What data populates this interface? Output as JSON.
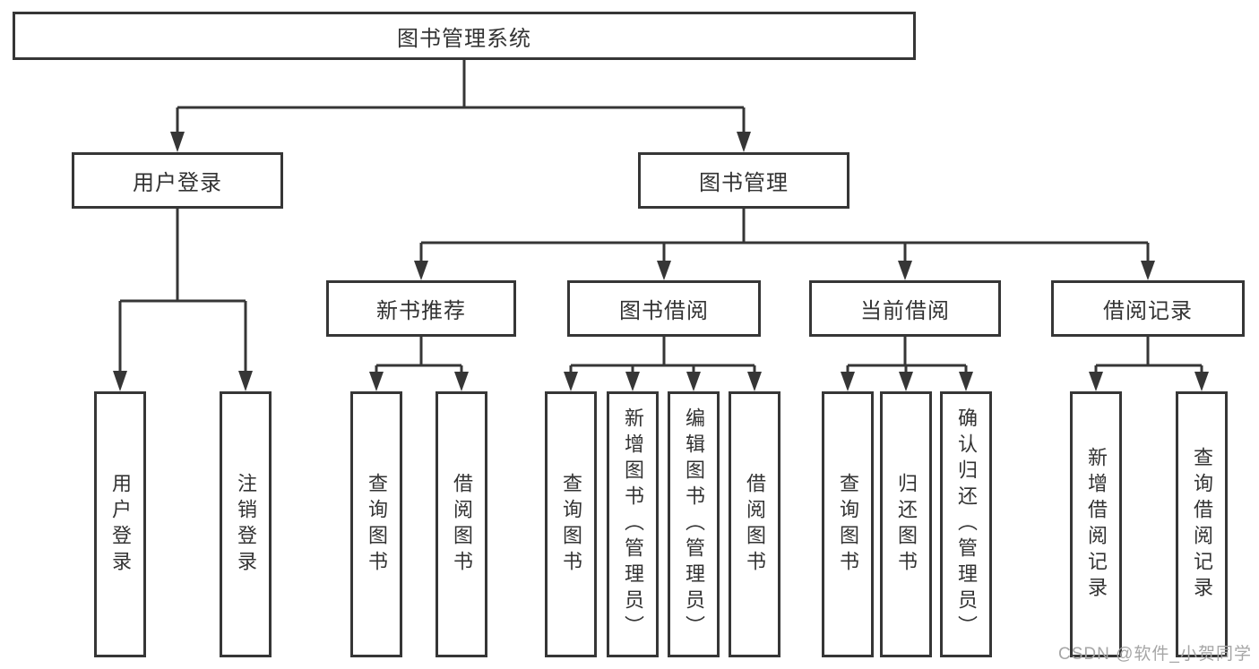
{
  "diagram_title": "图书管理系统",
  "tree": {
    "root": {
      "label": "图书管理系统",
      "children": [
        {
          "label": "用户登录",
          "children": [
            {
              "label": "用户登录"
            },
            {
              "label": "注销登录"
            }
          ]
        },
        {
          "label": "图书管理",
          "children": [
            {
              "label": "新书推荐",
              "children": [
                {
                  "label": "查询图书"
                },
                {
                  "label": "借阅图书"
                }
              ]
            },
            {
              "label": "图书借阅",
              "children": [
                {
                  "label": "查询图书"
                },
                {
                  "label": "新增图书（管理员）"
                },
                {
                  "label": "编辑图书（管理员）"
                },
                {
                  "label": "借阅图书"
                }
              ]
            },
            {
              "label": "当前借阅",
              "children": [
                {
                  "label": "查询图书"
                },
                {
                  "label": "归还图书"
                },
                {
                  "label": "确认归还（管理员）"
                }
              ]
            },
            {
              "label": "借阅记录",
              "children": [
                {
                  "label": "新增借阅记录"
                },
                {
                  "label": "查询借阅记录"
                }
              ]
            }
          ]
        }
      ]
    }
  },
  "watermark": {
    "text": "CSDN @软件_小贺同学"
  },
  "colors": {
    "line": "#363636",
    "text": "#333333",
    "box_background": "#ffffff",
    "watermark": "#a6a6a6",
    "page_background": "#ffffff"
  }
}
